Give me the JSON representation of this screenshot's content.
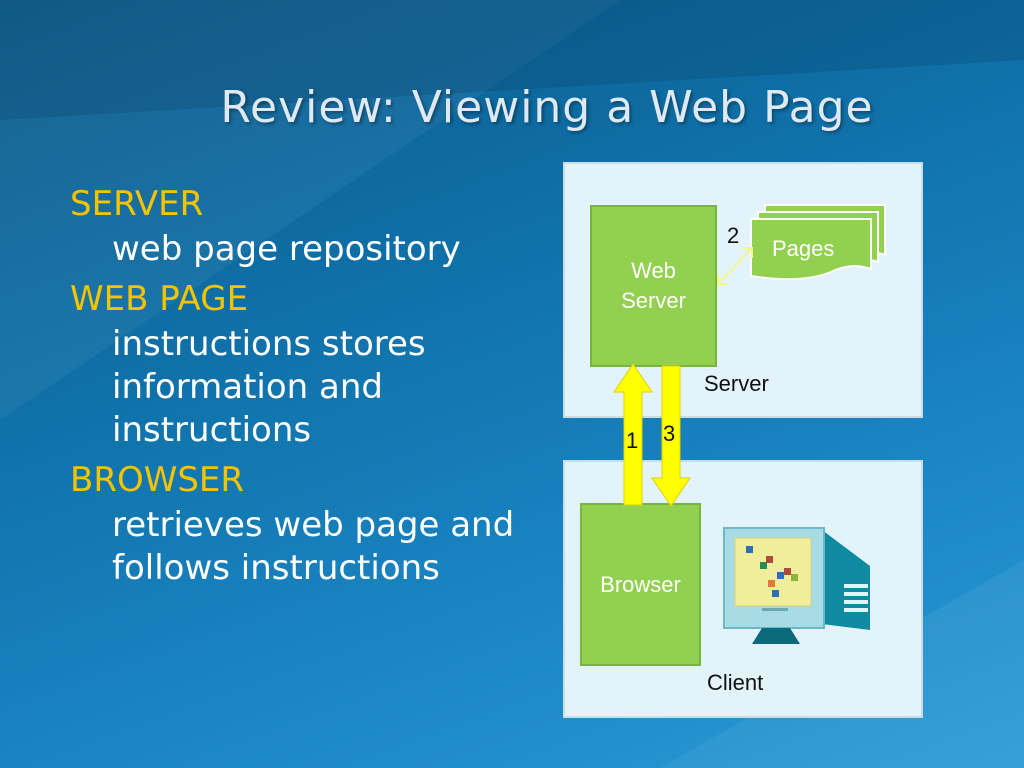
{
  "title": "Review: Viewing a Web Page",
  "bullets": [
    {
      "heading": "SERVER",
      "text": "web page repository"
    },
    {
      "heading": "WEB PAGE",
      "text": "instructions stores information and instructions"
    },
    {
      "heading": "BROWSER",
      "text": "retrieves web page and follows instructions"
    }
  ],
  "diagram": {
    "web_server_label": "Web Server",
    "pages_label": "Pages",
    "server_caption": "Server",
    "browser_label": "Browser",
    "client_caption": "Client",
    "step1": "1",
    "step2": "2",
    "step3": "3"
  },
  "colors": {
    "heading": "#f5c400",
    "box_fill": "#e2f4f9",
    "node_green": "#92d050",
    "arrow_yellow": "#ffff00"
  }
}
